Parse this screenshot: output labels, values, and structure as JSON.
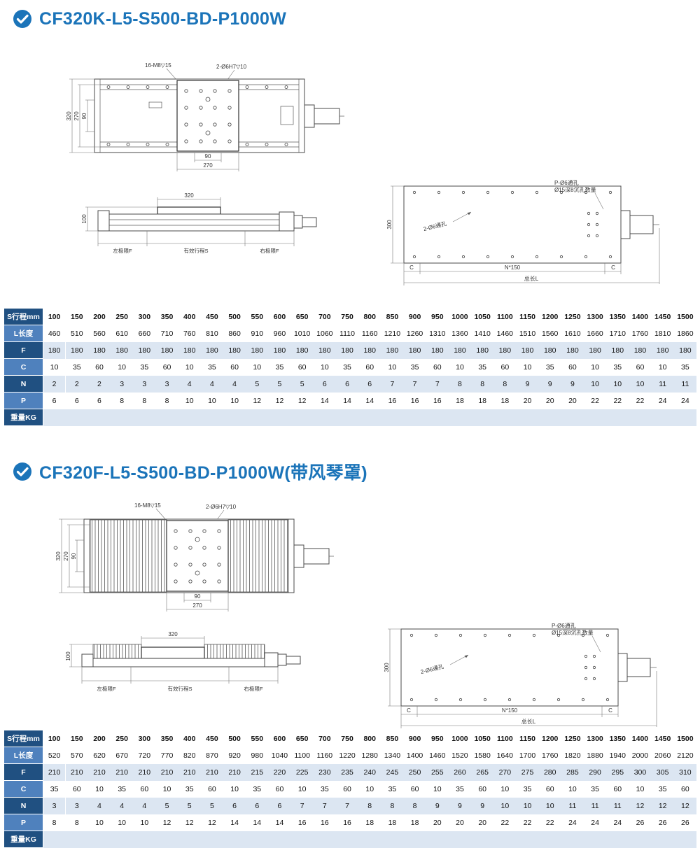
{
  "colors": {
    "accent": "#1b74b9",
    "label_dark": "#205081",
    "label_mid": "#4f81bd",
    "row_shade": "#dce6f2"
  },
  "s1": {
    "title": "CF320K-L5-S500-BD-P1000W",
    "draw": {
      "label_m8": "16-M8▽15",
      "label_h7": "2-Ø6H7▽10",
      "dim_320": "320",
      "dim_270": "270",
      "dim_90": "90",
      "bottom_90": "90",
      "bottom_270": "270",
      "side_320": "320",
      "side_100": "100",
      "limit_left": "左极限F",
      "stroke_s": "有效行程S",
      "limit_right": "右极限F",
      "pin_label": "2-Ø6通孔",
      "p_label1": "P-Ø6通孔",
      "p_label2": "Ø15深8沉孔数量",
      "dim_300": "300",
      "dim_c": "C",
      "dim_n150": "N*150",
      "dim_total": "总长L"
    },
    "table": {
      "rows": [
        {
          "label": "S行程mm",
          "values": [
            100,
            150,
            200,
            250,
            300,
            350,
            400,
            450,
            500,
            550,
            600,
            650,
            700,
            750,
            800,
            850,
            900,
            950,
            1000,
            1050,
            1100,
            1150,
            1200,
            1250,
            1300,
            1350,
            1400,
            1450,
            1500
          ]
        },
        {
          "label": "L长度",
          "values": [
            460,
            510,
            560,
            610,
            660,
            710,
            760,
            810,
            860,
            910,
            960,
            1010,
            1060,
            1110,
            1160,
            1210,
            1260,
            1310,
            1360,
            1410,
            1460,
            1510,
            1560,
            1610,
            1660,
            1710,
            1760,
            1810,
            1860
          ]
        },
        {
          "label": "F",
          "values": [
            180,
            180,
            180,
            180,
            180,
            180,
            180,
            180,
            180,
            180,
            180,
            180,
            180,
            180,
            180,
            180,
            180,
            180,
            180,
            180,
            180,
            180,
            180,
            180,
            180,
            180,
            180,
            180,
            180
          ]
        },
        {
          "label": "C",
          "values": [
            10,
            35,
            60,
            10,
            35,
            60,
            10,
            35,
            60,
            10,
            35,
            60,
            10,
            35,
            60,
            10,
            35,
            60,
            10,
            35,
            60,
            10,
            35,
            60,
            10,
            35,
            60,
            10,
            35
          ]
        },
        {
          "label": "N",
          "values": [
            2,
            2,
            2,
            3,
            3,
            3,
            4,
            4,
            4,
            5,
            5,
            5,
            6,
            6,
            6,
            7,
            7,
            7,
            8,
            8,
            8,
            9,
            9,
            9,
            10,
            10,
            10,
            11,
            11
          ]
        },
        {
          "label": "P",
          "values": [
            6,
            6,
            6,
            8,
            8,
            8,
            10,
            10,
            10,
            12,
            12,
            12,
            14,
            14,
            14,
            16,
            16,
            16,
            18,
            18,
            18,
            20,
            20,
            20,
            22,
            22,
            22,
            24,
            24
          ]
        },
        {
          "label": "重量KG",
          "values": []
        }
      ]
    }
  },
  "s2": {
    "title": "CF320F-L5-S500-BD-P1000W(带风琴罩)",
    "draw": {
      "label_m8": "16-M8▽15",
      "label_h7": "2-Ø6H7▽10",
      "dim_320": "320",
      "dim_270": "270",
      "dim_90": "90",
      "bottom_90": "90",
      "bottom_270": "270",
      "side_320": "320",
      "side_100": "100",
      "limit_left": "左极限F",
      "stroke_s": "有效行程S",
      "limit_right": "右极限F",
      "pin_label": "2-Ø6通孔",
      "p_label1": "P-Ø6通孔",
      "p_label2": "Ø15深8沉孔数量",
      "dim_300": "300",
      "dim_c": "C",
      "dim_n150": "N*150",
      "dim_total": "总长L"
    },
    "table": {
      "rows": [
        {
          "label": "S行程mm",
          "values": [
            100,
            150,
            200,
            250,
            300,
            350,
            400,
            450,
            500,
            550,
            600,
            650,
            700,
            750,
            800,
            850,
            900,
            950,
            1000,
            1050,
            1100,
            1150,
            1200,
            1250,
            1300,
            1350,
            1400,
            1450,
            1500
          ]
        },
        {
          "label": "L长度",
          "values": [
            520,
            570,
            620,
            670,
            720,
            770,
            820,
            870,
            920,
            980,
            1040,
            1100,
            1160,
            1220,
            1280,
            1340,
            1400,
            1460,
            1520,
            1580,
            1640,
            1700,
            1760,
            1820,
            1880,
            1940,
            2000,
            2060,
            2120
          ]
        },
        {
          "label": "F",
          "values": [
            210,
            210,
            210,
            210,
            210,
            210,
            210,
            210,
            210,
            215,
            220,
            225,
            230,
            235,
            240,
            245,
            250,
            255,
            260,
            265,
            270,
            275,
            280,
            285,
            290,
            295,
            300,
            305,
            310
          ]
        },
        {
          "label": "C",
          "values": [
            35,
            60,
            10,
            35,
            60,
            10,
            35,
            60,
            10,
            35,
            60,
            10,
            35,
            60,
            10,
            35,
            60,
            10,
            35,
            60,
            10,
            35,
            60,
            10,
            35,
            60,
            10,
            35,
            60
          ]
        },
        {
          "label": "N",
          "values": [
            3,
            3,
            4,
            4,
            4,
            5,
            5,
            5,
            6,
            6,
            6,
            7,
            7,
            7,
            8,
            8,
            8,
            9,
            9,
            9,
            10,
            10,
            10,
            11,
            11,
            11,
            12,
            12,
            12
          ]
        },
        {
          "label": "P",
          "values": [
            8,
            8,
            10,
            10,
            10,
            12,
            12,
            12,
            14,
            14,
            14,
            16,
            16,
            16,
            18,
            18,
            18,
            20,
            20,
            20,
            22,
            22,
            22,
            24,
            24,
            24,
            26,
            26,
            26
          ]
        },
        {
          "label": "重量KG",
          "values": []
        }
      ]
    }
  }
}
